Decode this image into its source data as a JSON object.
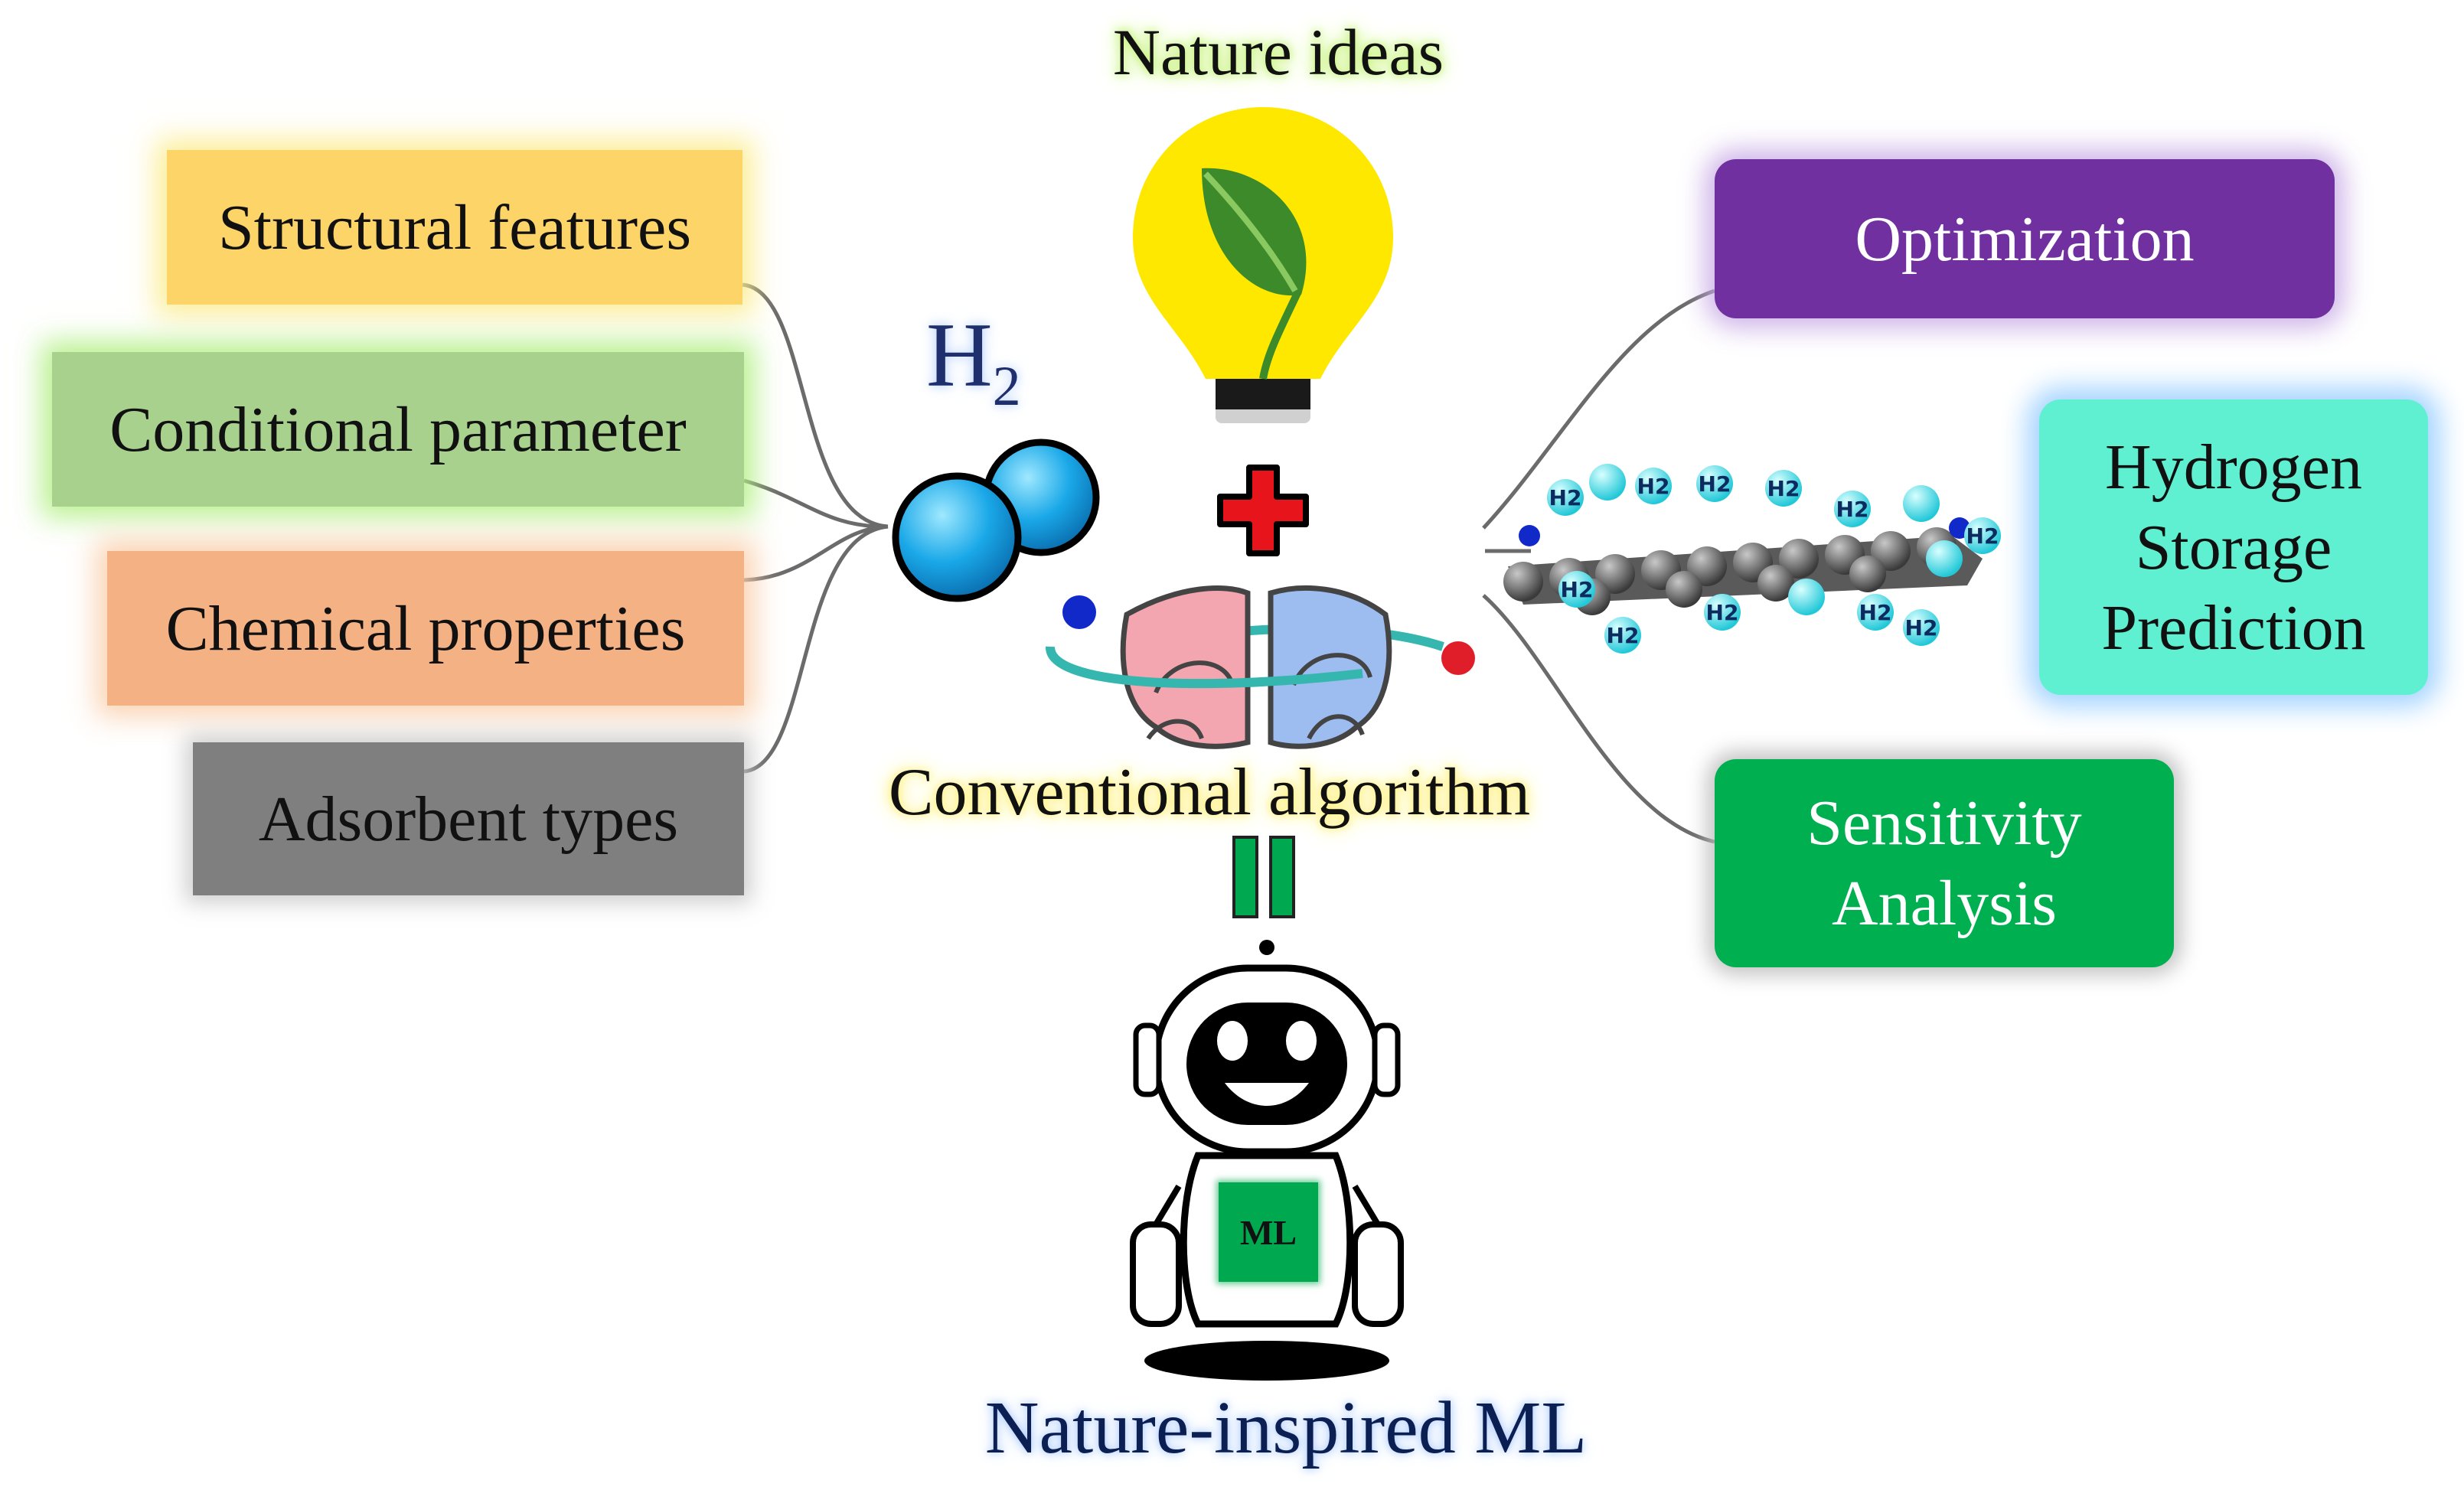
{
  "inputs": {
    "structural": "Structural features",
    "conditional": "Conditional parameter",
    "chemical": "Chemical properties",
    "adsorbent": "Adsorbent types"
  },
  "outputs": {
    "optimization": "Optimization",
    "hydrogen": "Hydrogen\nStorage\nPrediction",
    "sensitivity": "Sensitivity\nAnalysis"
  },
  "center": {
    "nature_ideas": "Nature ideas",
    "conventional": "Conventional algorithm",
    "nature_ml": "Nature-inspired ML",
    "h2_main": "H",
    "h2_sub": "2",
    "ml_badge": "ML",
    "molecule_label": "H2"
  },
  "colors": {
    "structural": "#fcd468",
    "conditional": "#a8d18e",
    "chemical": "#f4b183",
    "adsorbent": "#7f7f7f",
    "optimization": "#7030a0",
    "hydrogen": "#5ff0d2",
    "sensitivity": "#00b050",
    "bulb": "#ffe800",
    "plus": "#e8141c",
    "brain_left": "#f4a6b0",
    "brain_right": "#9dbcf0"
  },
  "icons": [
    "hydrogen-molecule-icon",
    "lightbulb-leaf-icon",
    "plus-icon",
    "brain-icon",
    "equals-icon",
    "robot-icon",
    "graphene-hydrogen-icon"
  ]
}
